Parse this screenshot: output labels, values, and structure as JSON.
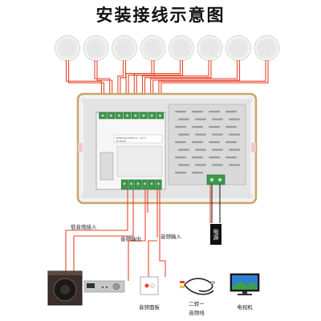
{
  "title": "安装接线示意图",
  "speakers": {
    "count": 8,
    "icon": "ceiling-speaker-icon"
  },
  "power_label": "电源",
  "labels": {
    "subwoofer_in": "低音炮接入",
    "audio_out": "音频输出",
    "audio_in": "音频输入",
    "audio_panel": "音频面板",
    "cable_line1": "二转一",
    "cable_line2": "音频线",
    "tv": "电视机"
  },
  "module": {
    "line1": "OVEROAD PWR C1 · 8 Ch",
    "line2": "CE  RoHS"
  },
  "colors": {
    "wire": "#e8472a",
    "panel_frame": "#c9a56a",
    "heatsink": "#d9d9d9",
    "terminal": "#3a9a4a"
  }
}
